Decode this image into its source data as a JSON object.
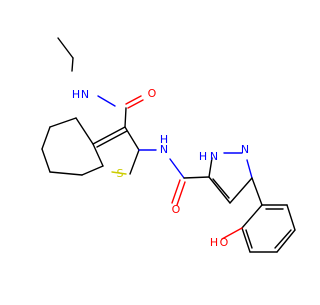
{
  "molecule": {
    "atom_labels": {
      "n_amide_top": "N",
      "h_amide_top": "H",
      "o_amide_top": "O",
      "n_amide_mid": "N",
      "h_amide_mid": "H",
      "s_thiophene": "S",
      "o_amide_bottom": "O",
      "h_pyrazole": "H",
      "n1_pyrazole": "N",
      "n2_pyrazole": "N",
      "o_hydroxyl": "O",
      "h_hydroxyl": "H"
    },
    "colors": {
      "carbon_bond": "#000000",
      "nitrogen": "#0000ff",
      "oxygen": "#ff0000",
      "sulfur": "#cccc00"
    }
  }
}
